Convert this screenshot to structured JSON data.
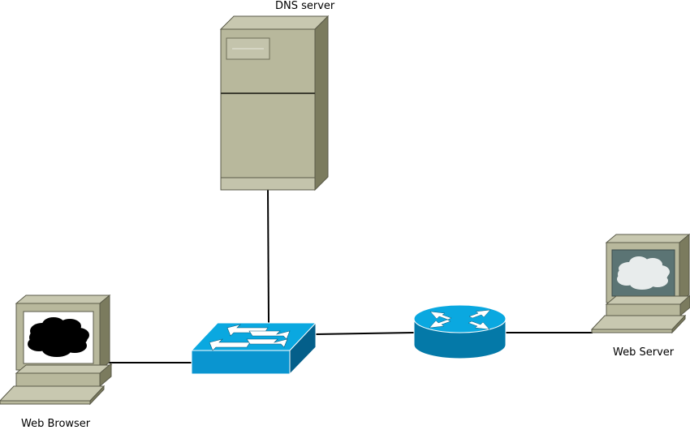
{
  "labels": {
    "dns_server": "DNS server",
    "web_server": "Web Server",
    "web_browser": "Web Browser"
  },
  "nodes": [
    {
      "id": "dns-server",
      "kind": "server-tower"
    },
    {
      "id": "web-browser",
      "kind": "workstation",
      "screen": "black-cloud"
    },
    {
      "id": "switch",
      "kind": "network-switch"
    },
    {
      "id": "router",
      "kind": "router"
    },
    {
      "id": "web-server",
      "kind": "workstation",
      "screen": "white-cloud"
    }
  ],
  "links": [
    {
      "from": "dns-server",
      "to": "switch"
    },
    {
      "from": "web-browser",
      "to": "switch"
    },
    {
      "from": "switch",
      "to": "router"
    },
    {
      "from": "router",
      "to": "web-server"
    }
  ],
  "colors": {
    "device_face": "#b8b89c",
    "device_top": "#c8c8b0",
    "device_side": "#7b7b5e",
    "cisco_blue": "#0aa8e0",
    "cisco_dark": "#0479a8",
    "server_screen": "#5b7474"
  }
}
